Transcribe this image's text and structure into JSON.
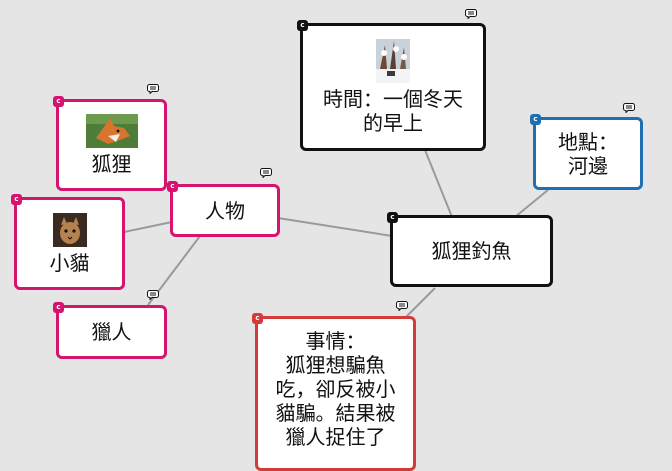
{
  "nodes": {
    "fox_fishing": {
      "label": "狐狸釣魚"
    },
    "time": {
      "line1": "時間：一個冬天",
      "line2": "的早上"
    },
    "place": {
      "line1": "地點：",
      "line2": "河邊"
    },
    "characters": {
      "label": "人物"
    },
    "fox": {
      "label": "狐狸"
    },
    "cat": {
      "label": "小貓"
    },
    "hunter": {
      "label": "獵人"
    },
    "event": {
      "line1": "事情：",
      "line2": "狐狸想騙魚",
      "line3": "吃，卻反被小",
      "line4": "貓騙。結果被",
      "line5": "獵人捉住了"
    }
  },
  "tag_glyph": "c",
  "colors": {
    "background": "#e5e5e5",
    "pink": "#d6136f",
    "black": "#111111",
    "blue": "#1f6fb3",
    "red": "#d33b3b",
    "edge": "#9a9a9a"
  },
  "icons": [
    "comment-icon",
    "fox-photo",
    "cat-photo",
    "winter-photo"
  ]
}
